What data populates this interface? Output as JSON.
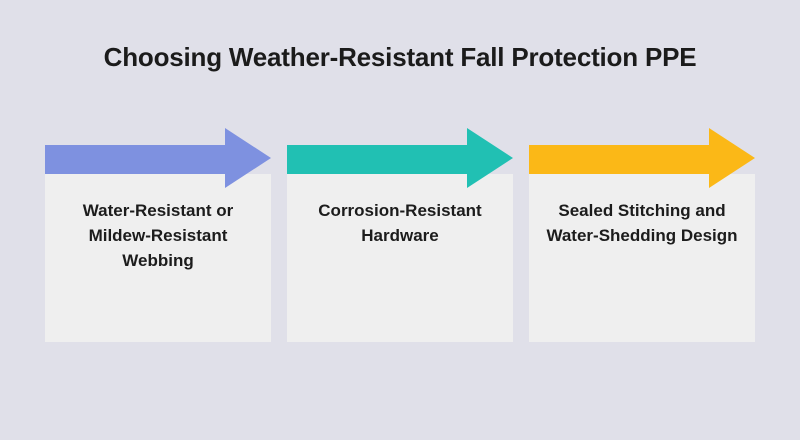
{
  "title": "Choosing Weather-Resistant Fall Protection PPE",
  "colors": {
    "background": "#e0e0e9",
    "card": "#efefef",
    "text": "#1c1c1c",
    "title_text": "#1b1b1b"
  },
  "steps": [
    {
      "label": "Water-Resistant or\nMildew-Resistant\nWebbing",
      "arrow_color": "#7e91e0"
    },
    {
      "label": "Corrosion-Resistant\nHardware",
      "arrow_color": "#21c0b3"
    },
    {
      "label": "Sealed Stitching and\nWater-Shedding Design",
      "arrow_color": "#fbb817"
    }
  ]
}
